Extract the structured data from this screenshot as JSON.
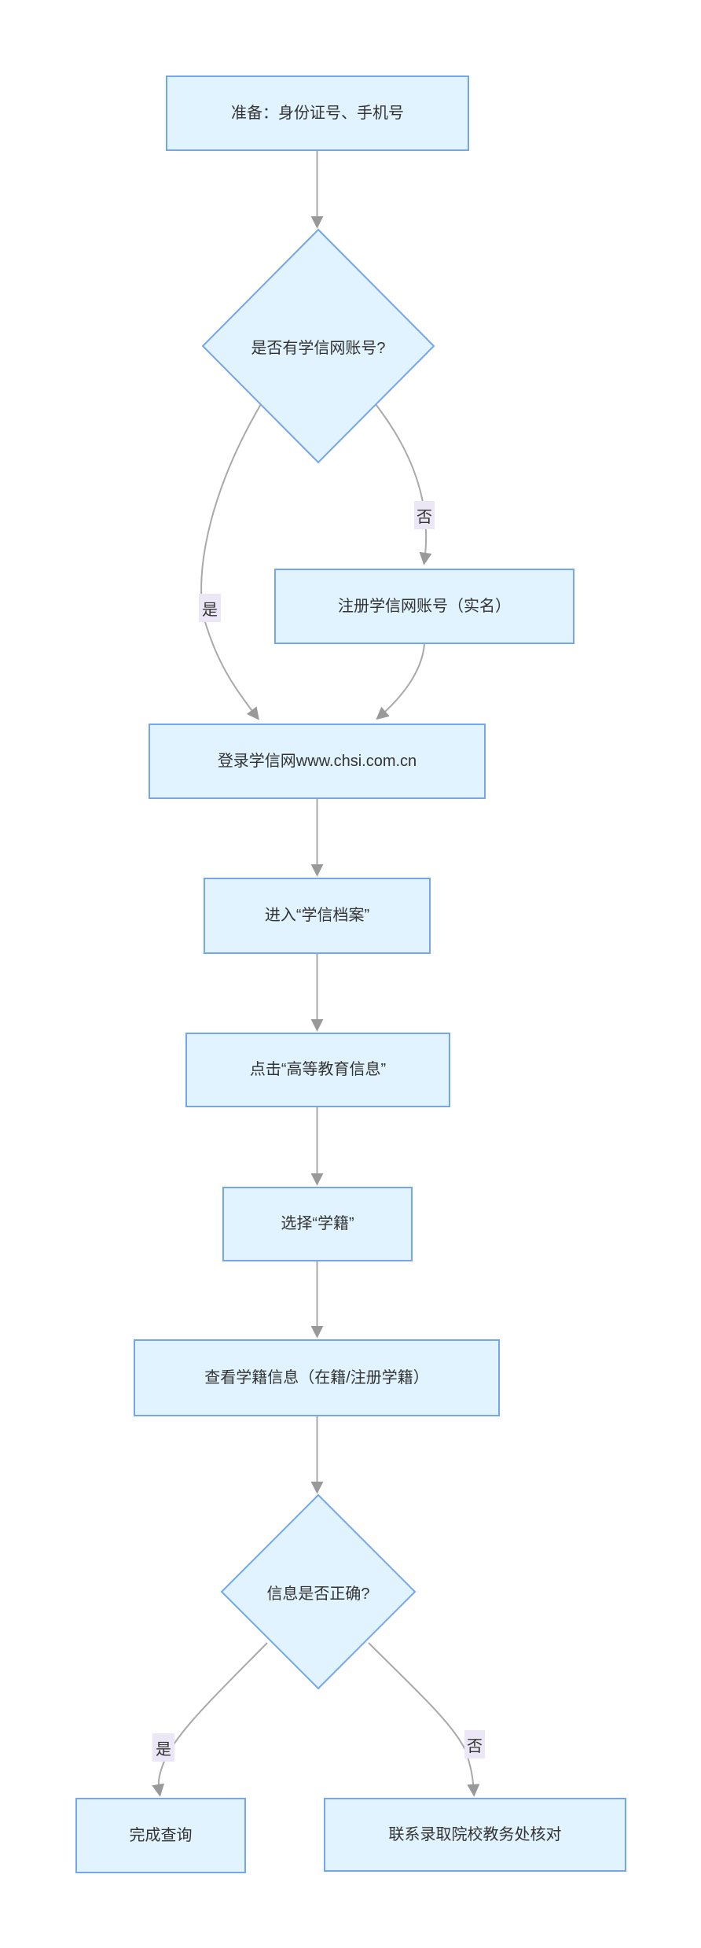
{
  "diagram": {
    "nodes": {
      "prepare": {
        "label": "准备：身份证号、手机号"
      },
      "has_account": {
        "label": "是否有学信网账号?"
      },
      "register": {
        "label": "注册学信网账号（实名）"
      },
      "login": {
        "label": "登录学信网www.chsi.com.cn"
      },
      "archive": {
        "label": "进入“学信档案”"
      },
      "higher_edu": {
        "label": "点击“高等教育信息”"
      },
      "select_xueji": {
        "label": "选择“学籍”"
      },
      "view_info": {
        "label": "查看学籍信息（在籍/注册学籍）"
      },
      "is_correct": {
        "label": "信息是否正确?"
      },
      "done": {
        "label": "完成查询"
      },
      "contact": {
        "label": "联系录取院校教务处核对"
      }
    },
    "edge_labels": {
      "no1": "否",
      "yes1": "是",
      "yes2": "是",
      "no2": "否"
    },
    "colors": {
      "node_fill": "#e1f3fe",
      "node_border": "#74a6ec",
      "edge": "#a9a9a9",
      "arrow": "#999999",
      "label_bg": "#ece7f7",
      "text": "#333333"
    }
  }
}
